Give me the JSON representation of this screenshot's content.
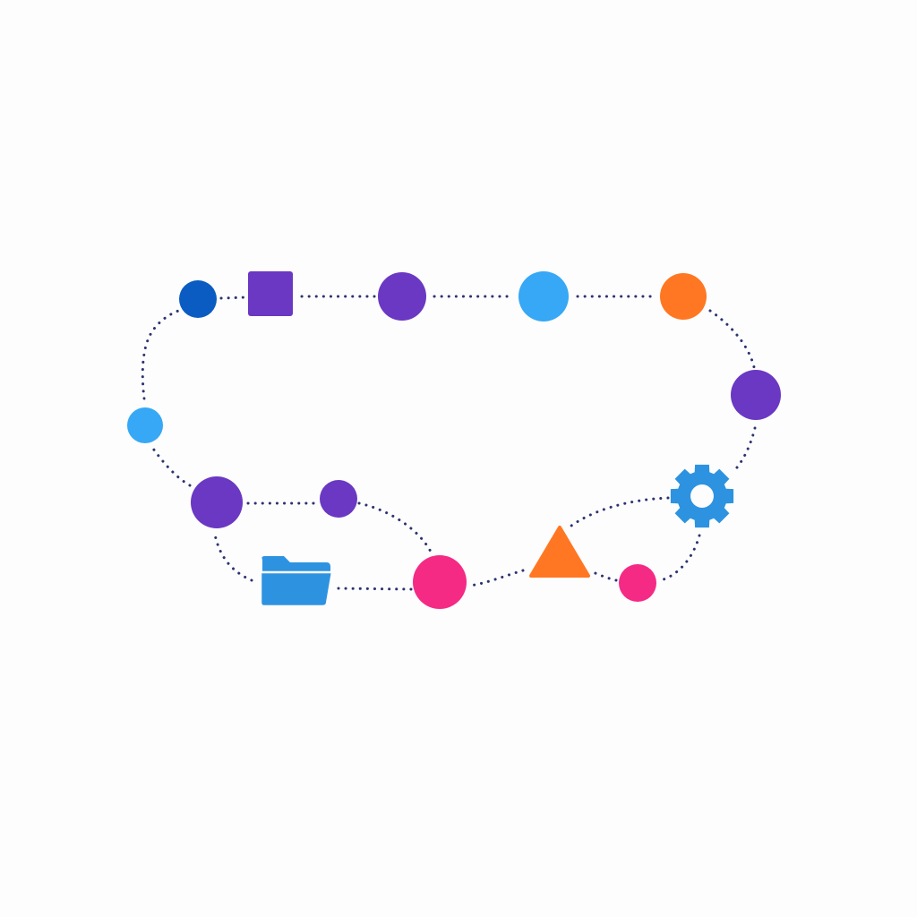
{
  "diagram": {
    "background": "#fdfdfd",
    "edge_color": "#2b3370",
    "edge_style": "dotted",
    "palette": {
      "dark_blue": "#0a5cc2",
      "purple": "#6a38c2",
      "light_blue": "#36a8f5",
      "orange": "#ff7722",
      "pink": "#f52a85",
      "icon_blue": "#2d93e0"
    },
    "nodes": [
      {
        "id": "n1",
        "shape": "circle",
        "color": "dark_blue"
      },
      {
        "id": "n2",
        "shape": "square",
        "color": "purple"
      },
      {
        "id": "n3",
        "shape": "circle",
        "color": "purple"
      },
      {
        "id": "n4",
        "shape": "circle",
        "color": "light_blue"
      },
      {
        "id": "n5",
        "shape": "circle",
        "color": "orange"
      },
      {
        "id": "n6",
        "shape": "circle",
        "color": "purple"
      },
      {
        "id": "n7",
        "shape": "gear-icon",
        "color": "icon_blue"
      },
      {
        "id": "n8",
        "shape": "circle",
        "color": "pink"
      },
      {
        "id": "n9",
        "shape": "triangle",
        "color": "orange"
      },
      {
        "id": "n10",
        "shape": "circle",
        "color": "pink"
      },
      {
        "id": "n11",
        "shape": "folder-icon",
        "color": "icon_blue"
      },
      {
        "id": "n12",
        "shape": "circle",
        "color": "purple"
      },
      {
        "id": "n13",
        "shape": "circle",
        "color": "purple"
      },
      {
        "id": "n14",
        "shape": "circle",
        "color": "light_blue"
      }
    ],
    "edges": [
      [
        "n1",
        "n2"
      ],
      [
        "n2",
        "n3"
      ],
      [
        "n3",
        "n4"
      ],
      [
        "n4",
        "n5"
      ],
      [
        "n5",
        "n6"
      ],
      [
        "n6",
        "n7"
      ],
      [
        "n7",
        "n8"
      ],
      [
        "n8",
        "n9"
      ],
      [
        "n9",
        "n10"
      ],
      [
        "n10",
        "n11"
      ],
      [
        "n11",
        "n13"
      ],
      [
        "n13",
        "n12"
      ],
      [
        "n12",
        "n10"
      ],
      [
        "n7",
        "n9"
      ],
      [
        "n13",
        "n14"
      ],
      [
        "n14",
        "n1"
      ]
    ]
  }
}
